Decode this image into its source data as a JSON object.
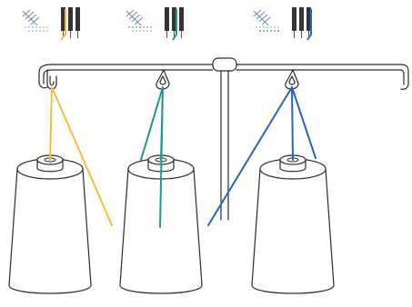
{
  "diagram": {
    "thread_colors": {
      "yellow": "#F4BE3C",
      "teal": "#1E9A8C",
      "blue": "#2466C2"
    },
    "icons": [
      {
        "name": "stitch-needle-icon-1",
        "highlight": "yellow"
      },
      {
        "name": "stitch-needle-icon-2",
        "highlight": "teal"
      },
      {
        "name": "stitch-needle-icon-3",
        "highlight": "blue"
      }
    ],
    "spools": [
      {
        "name": "spool-left",
        "thread": "yellow"
      },
      {
        "name": "spool-center",
        "thread": "teal"
      },
      {
        "name": "spool-right",
        "thread": "blue"
      }
    ]
  }
}
